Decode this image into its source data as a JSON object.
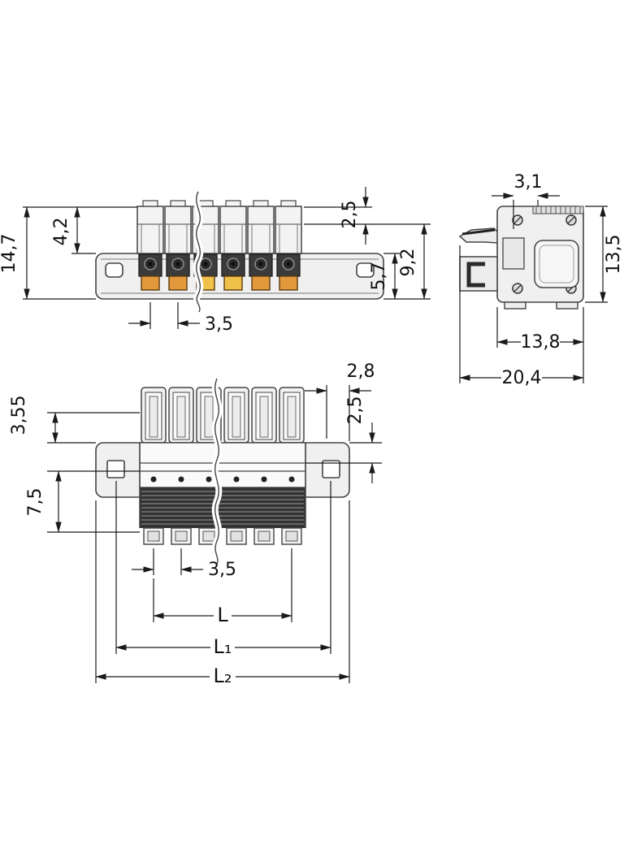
{
  "drawing": {
    "type": "connector-dimension-drawing",
    "views": {
      "front": {
        "dims": {
          "height_total": "14,7",
          "height_upper": "4,2",
          "top_offset": "2,5",
          "rail_height": "5,7",
          "lower_height": "9,2",
          "pitch": "3,5"
        }
      },
      "side": {
        "dims": {
          "top_width": "3,1",
          "height": "13,5",
          "body_depth": "13,8",
          "total_depth": "20,4"
        }
      },
      "top": {
        "dims": {
          "upper_offset": "3,55",
          "flange_edge": "2,8",
          "flange_offset": "2,5",
          "lower_depth": "7,5",
          "pitch": "3,5",
          "length_poles": "L",
          "length_holes": "L₁",
          "length_total": "L₂"
        }
      }
    },
    "colors": {
      "terminal_orange": "#e2993c",
      "terminal_yellow": "#f0c148",
      "body_gray": "#f0f0f0",
      "outline": "#444444",
      "dim_line": "#1a1a1a"
    }
  }
}
